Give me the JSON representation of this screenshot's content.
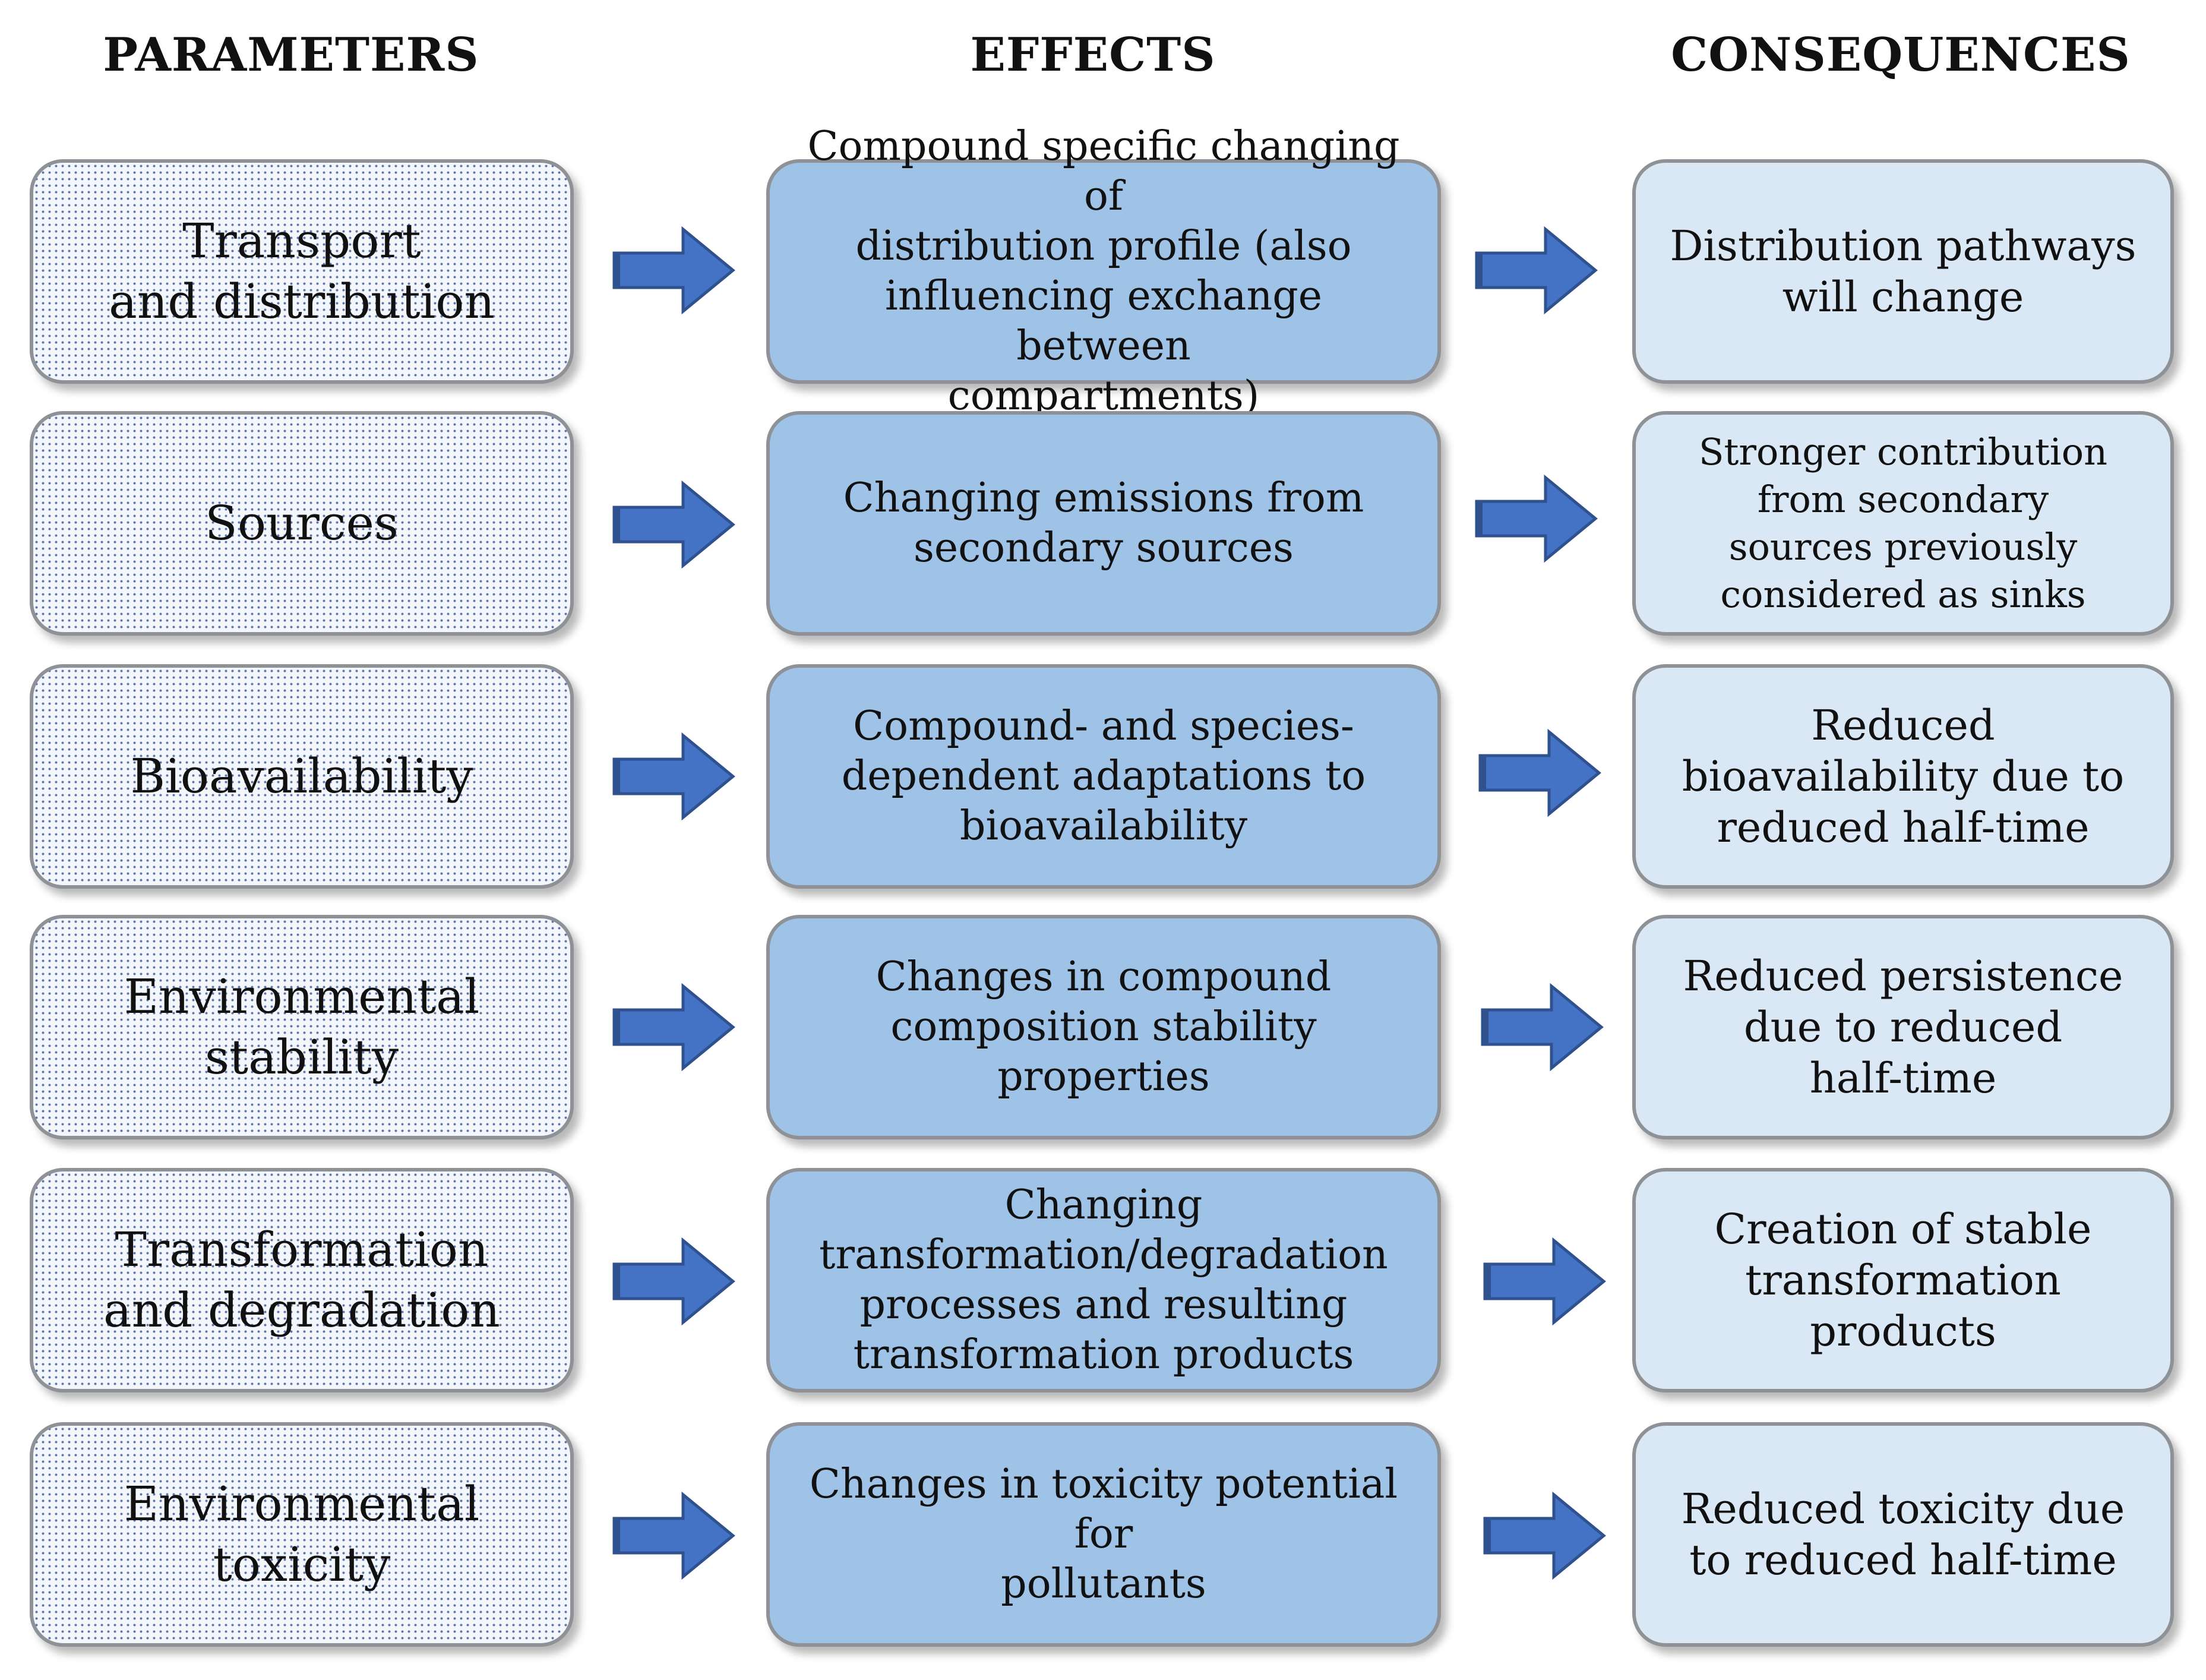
{
  "headers": {
    "parameters": "PARAMETERS",
    "effects": "EFFECTS",
    "consequences": "CONSEQUENCES"
  },
  "rows": [
    {
      "parameter": "Transport\nand distribution",
      "effect": "Compound specific changing of\ndistribution profile (also\ninfluencing exchange between\ncompartments)",
      "consequence": "Distribution pathways\nwill change"
    },
    {
      "parameter": "Sources",
      "effect": "Changing emissions from\nsecondary sources",
      "consequence": "Stronger contribution\nfrom secondary\nsources previously\nconsidered as sinks"
    },
    {
      "parameter": "Bioavailability",
      "effect": "Compound- and species-\ndependent adaptations to\nbioavailability",
      "consequence": "Reduced\nbioavailability due to\nreduced half-time"
    },
    {
      "parameter": "Environmental\nstability",
      "effect": "Changes in compound\ncomposition stability properties",
      "consequence": "Reduced persistence\ndue to reduced\nhalf-time"
    },
    {
      "parameter": "Transformation\nand degradation",
      "effect": "Changing\ntransformation/degradation\nprocesses and resulting\ntransformation products",
      "consequence": "Creation of stable\ntransformation\nproducts"
    },
    {
      "parameter": "Environmental\ntoxicity",
      "effect": "Changes in toxicity potential for\npollutants",
      "consequence": "Reduced toxicity due\nto reduced half-time"
    }
  ],
  "colors": {
    "parameter_fill": "#f3f6fb",
    "parameter_dots": "#5c74a8",
    "effect_fill": "#9fc3e7",
    "consequence_fill": "#dae8f5",
    "box_border": "#8e9196",
    "arrow_fill": "#4472c4",
    "arrow_stroke": "#2f528f"
  }
}
